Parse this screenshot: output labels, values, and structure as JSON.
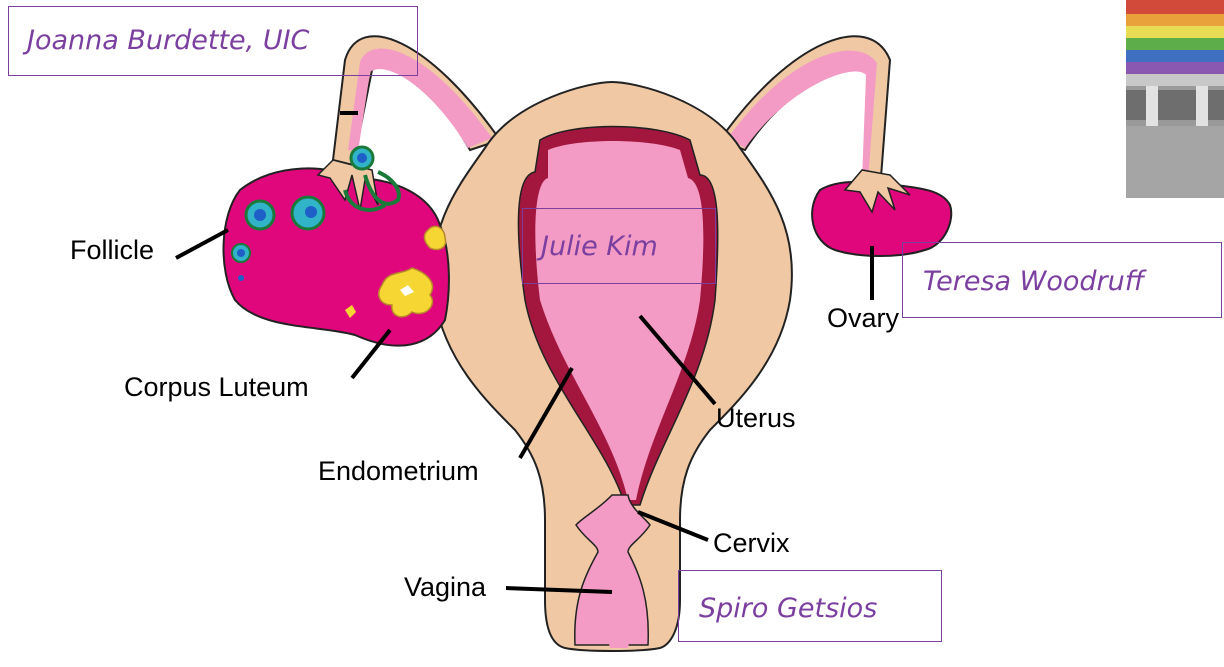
{
  "labels": {
    "follicle": "Follicle",
    "corpus_luteum": "Corpus Luteum",
    "endometrium": "Endometrium",
    "uterus": "Uterus",
    "cervix": "Cervix",
    "vagina": "Vagina",
    "ovary": "Ovary"
  },
  "credits": {
    "burdette": "Joanna Burdette, UIC",
    "kim": "Julie Kim",
    "woodruff": "Teresa Woodruff",
    "getsios": "Spiro Getsios"
  },
  "colors": {
    "tissue": "#f0c9a4",
    "pink": "#f39bc4",
    "ovary": "#e0077d",
    "endometrium": "#a3173f",
    "credit": "#7b3fa0"
  }
}
